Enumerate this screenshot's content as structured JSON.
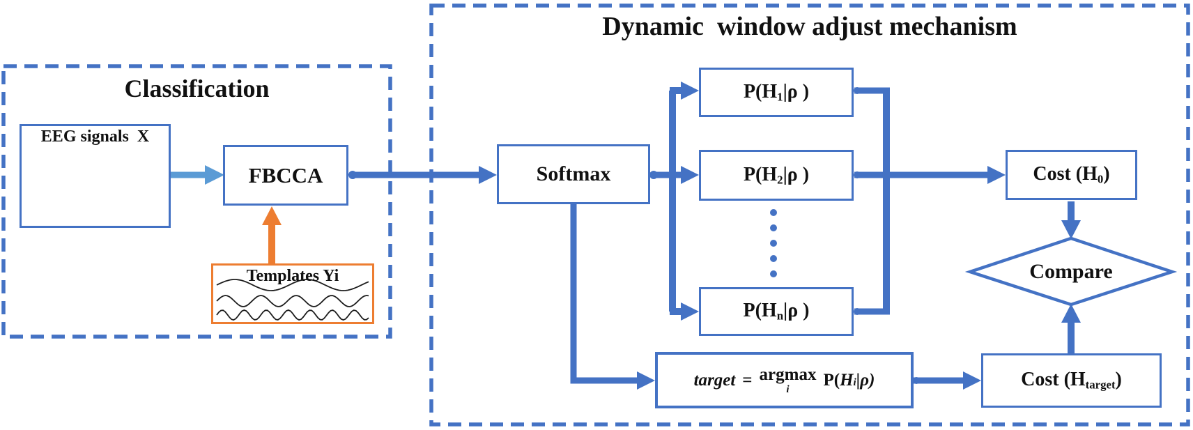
{
  "colors": {
    "primary_blue": "#4472C4",
    "light_blue": "#5B9BD5",
    "orange": "#ED7D31",
    "text": "#111111"
  },
  "classification": {
    "title": "Classification",
    "eeg_label": "EEG signals  X",
    "fbcca_label": "FBCCA",
    "templates_label": "Templates Yi"
  },
  "dynamic_window": {
    "title": "Dynamic  window adjust mechanism",
    "softmax_label": "Softmax",
    "p_boxes": [
      {
        "pre": "P(H",
        "sub": "1",
        "post": "|ρ )"
      },
      {
        "pre": "P(H",
        "sub": "2",
        "post": "|ρ )"
      },
      {
        "pre": "P(H",
        "sub": "n",
        "post": "|ρ )"
      }
    ],
    "cost_h0": {
      "pre": "Cost (H",
      "sub": "0",
      "post": ")"
    },
    "compare_label": "Compare",
    "cost_target": {
      "pre": "Cost (H",
      "sub": "target",
      "post": ")"
    },
    "formula": {
      "lhs": "target",
      "eq": "=",
      "op": "argmax",
      "op_sub": "i",
      "rhs_open": "P(",
      "rhs_h": "H",
      "rhs_sub": "i",
      "rhs_close": "|ρ)"
    }
  }
}
